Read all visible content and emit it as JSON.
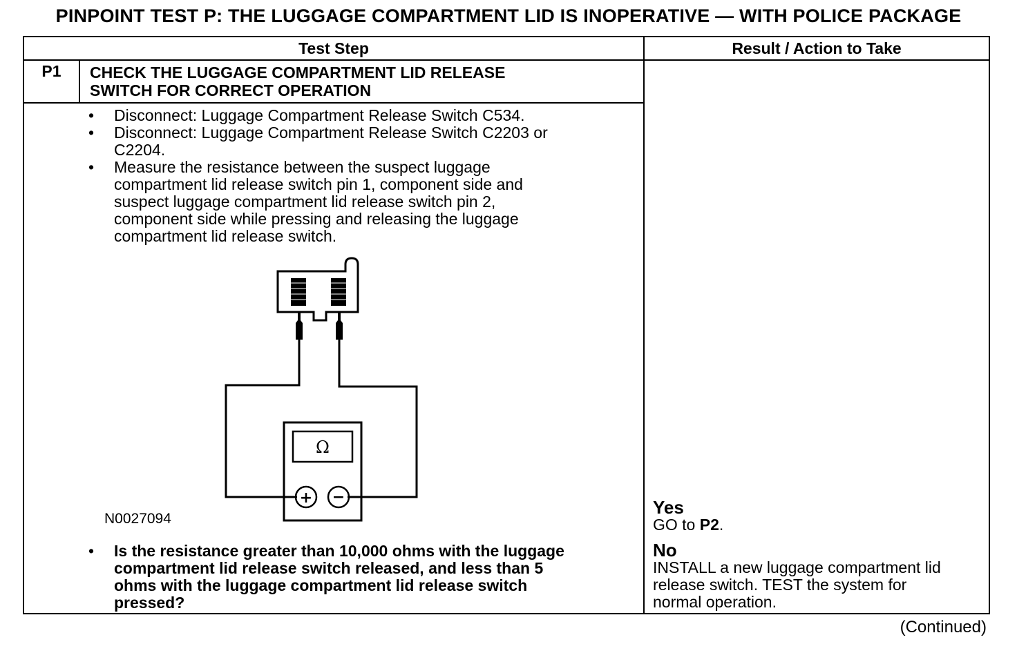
{
  "title": "PINPOINT TEST  P: THE LUGGAGE COMPARTMENT LID IS INOPERATIVE — WITH POLICE PACKAGE",
  "table": {
    "header_step": "Test Step",
    "header_result": "Result / Action to Take"
  },
  "step": {
    "id": "P1",
    "title_line1": "CHECK THE LUGGAGE COMPARTMENT LID RELEASE",
    "title_line2": "SWITCH FOR CORRECT OPERATION",
    "bullet_symbol": "•",
    "bullets": [
      "Disconnect: Luggage Compartment Release Switch C534.",
      "Disconnect: Luggage Compartment Release Switch C2203 or",
      "C2204.",
      "Measure the resistance between the suspect luggage",
      "compartment lid release switch pin 1, component side and",
      "suspect luggage compartment lid release switch pin 2,",
      "component side while pressing and releasing the luggage",
      "compartment lid release  switch."
    ],
    "figure_id": "N0027094",
    "question": [
      "Is the resistance greater than 10,000 ohms with the luggage",
      "compartment lid release switch released, and less than 5",
      "ohms with the luggage compartment lid release switch",
      "pressed?"
    ]
  },
  "meter": {
    "display_symbol": "Ω",
    "plus": "+",
    "minus": "−"
  },
  "results": {
    "yes_label": "Yes",
    "yes_prefix": "GO to ",
    "yes_target": "P2",
    "yes_suffix": ".",
    "no_label": "No",
    "no_lines": [
      "INSTALL a new luggage compartment lid",
      "release switch. TEST the system for",
      "normal operation."
    ]
  },
  "footer": {
    "continued": "(Continued)"
  }
}
